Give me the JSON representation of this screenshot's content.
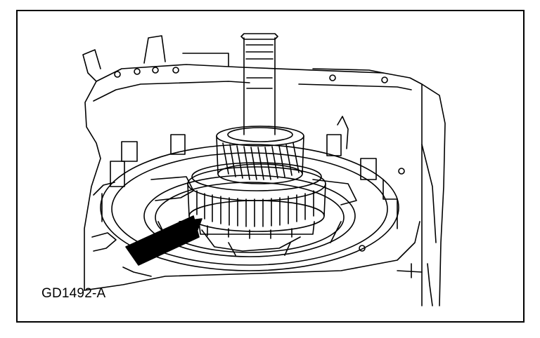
{
  "figure": {
    "id_label": "GD1492-A",
    "illustration": "transmission-gear-assembly-line-drawing",
    "callout": "arrow-pointing-to-gear",
    "colors": {
      "line": "#000000",
      "background": "#ffffff"
    }
  }
}
